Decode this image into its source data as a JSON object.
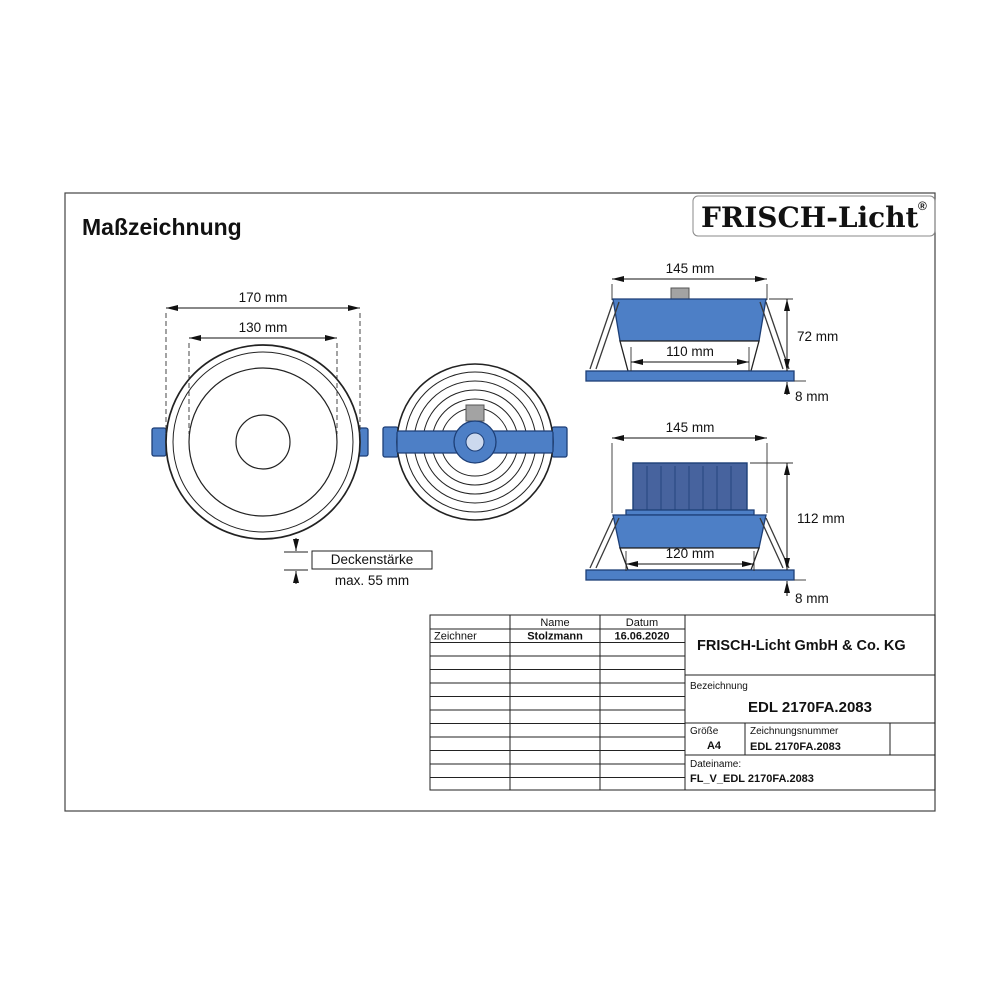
{
  "page": {
    "title": "Maßzeichnung"
  },
  "logo": {
    "text": "FRISCH-Licht",
    "reg": "®"
  },
  "dims": {
    "front_outer": "170 mm",
    "front_inner": "130 mm",
    "a_width": "145 mm",
    "a_cutout": "110 mm",
    "a_height": "72 mm",
    "a_flange": "8 mm",
    "b_width": "145 mm",
    "b_cutout": "120 mm",
    "b_height": "112 mm",
    "b_flange": "8 mm"
  },
  "ceiling": {
    "label": "Deckenstärke",
    "max": "max. 55 mm"
  },
  "titleblock": {
    "name_header": "Name",
    "date_header": "Datum",
    "drawer_label": "Zeichner",
    "drawer_name": "Stolzmann",
    "drawer_date": "16.06.2020",
    "company": "FRISCH-Licht GmbH & Co. KG",
    "designation_label": "Bezeichnung",
    "designation": "EDL 2170FA.2083",
    "size_label": "Größe",
    "size": "A4",
    "drawing_number_label": "Zeichnungsnummer",
    "drawing_number": "EDL 2170FA.2083",
    "filename_label": "Dateiname:",
    "filename": "FL_V_EDL 2170FA.2083"
  },
  "colors": {
    "fixture_blue": "#4d7fc6",
    "fixture_outline": "#1d3f77",
    "heatsink_blue": "#47639e",
    "tab_gray": "#a3a3a3"
  }
}
